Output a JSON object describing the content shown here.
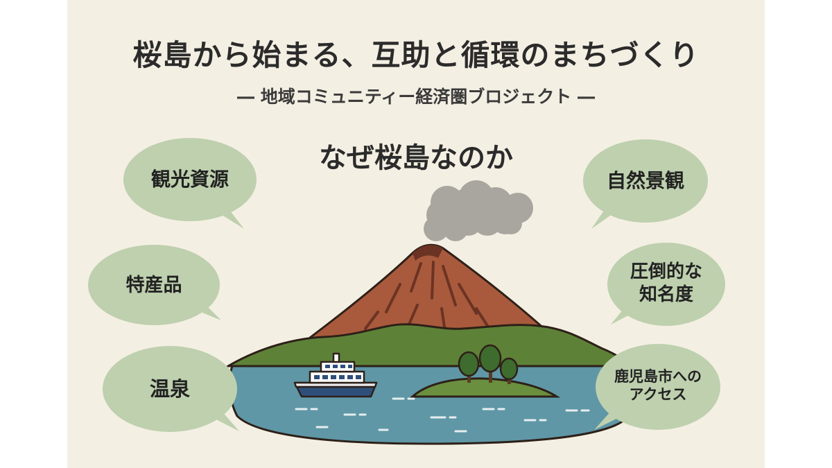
{
  "title": "桜島から始まる、互助と循環のまちづくり",
  "subtitle": "― 地域コミュニティー経済圏ブロジェクト ―",
  "heading": "なぜ桜島なのか",
  "bubbles": {
    "kanko": "観光資源",
    "tokusan": "特産品",
    "onsen": "温泉",
    "shizen": "自然景観",
    "chimeido_1": "圧倒的な",
    "chimeido_2": "知名度",
    "access_1": "鹿児島市への",
    "access_2": "アクセス"
  },
  "colors": {
    "background": "#f4efe3",
    "bubble": "#bed0ae",
    "volcano": "#a95a3c",
    "hill": "#5e8138",
    "sea": "#5f97a6",
    "smoke": "#a9a6a0"
  }
}
